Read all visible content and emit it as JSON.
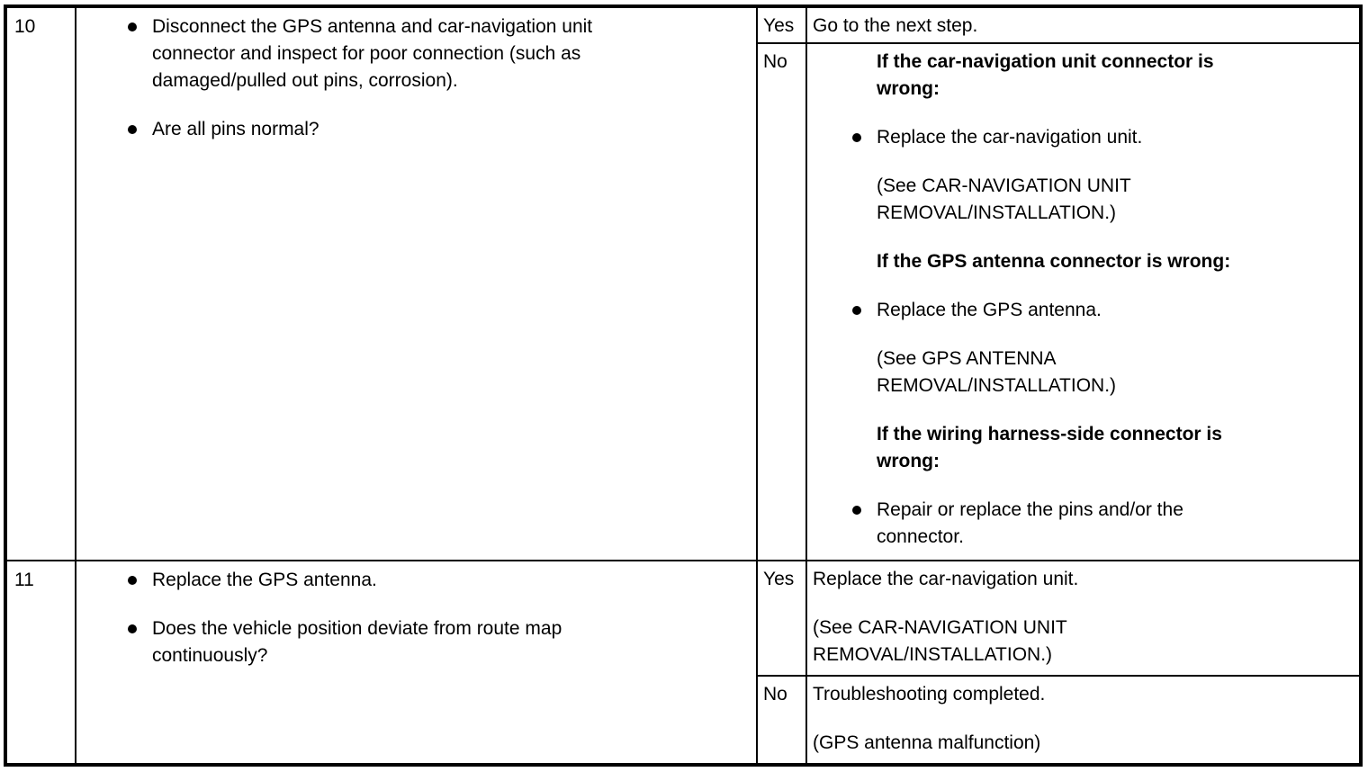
{
  "colors": {
    "text": "#000000",
    "background": "#ffffff",
    "border": "#000000"
  },
  "table_kind": "diagnostic troubleshooting flowchart table",
  "rows": [
    {
      "step": "10",
      "inspection": [
        {
          "style": "bullet",
          "text": "Disconnect the GPS antenna and car-navigation unit\nconnector and inspect for poor connection (such as\ndamaged/pulled out pins, corrosion)."
        },
        {
          "style": "bullet",
          "text": "Are all pins normal?"
        }
      ],
      "results": [
        {
          "answer": "Yes",
          "actions": [
            {
              "style": "plain",
              "text": "Go to the next step."
            }
          ]
        },
        {
          "answer": "No",
          "actions": [
            {
              "style": "heading",
              "text": "If the car-navigation unit connector is\nwrong:"
            },
            {
              "style": "bullet",
              "text": "Replace the car-navigation unit."
            },
            {
              "style": "note",
              "text": "(See CAR-NAVIGATION UNIT\nREMOVAL/INSTALLATION.)"
            },
            {
              "style": "heading",
              "text": "If the GPS antenna connector is wrong:"
            },
            {
              "style": "bullet",
              "text": "Replace the GPS antenna."
            },
            {
              "style": "note",
              "text": "(See GPS ANTENNA\nREMOVAL/INSTALLATION.)"
            },
            {
              "style": "heading",
              "text": "If the wiring harness-side connector is\nwrong:"
            },
            {
              "style": "bullet",
              "text": "Repair or replace the pins and/or the\nconnector."
            }
          ]
        }
      ]
    },
    {
      "step": "11",
      "inspection": [
        {
          "style": "bullet",
          "text": "Replace the GPS antenna."
        },
        {
          "style": "bullet",
          "text": "Does the vehicle position deviate from route map\ncontinuously?"
        }
      ],
      "results": [
        {
          "answer": "Yes",
          "actions": [
            {
              "style": "plain",
              "text": "Replace the car-navigation unit."
            },
            {
              "style": "plain",
              "text": "(See CAR-NAVIGATION UNIT\nREMOVAL/INSTALLATION.)"
            }
          ]
        },
        {
          "answer": "No",
          "actions": [
            {
              "style": "plain",
              "text": "Troubleshooting completed."
            },
            {
              "style": "plain",
              "text": "(GPS antenna malfunction)"
            }
          ]
        }
      ]
    }
  ]
}
